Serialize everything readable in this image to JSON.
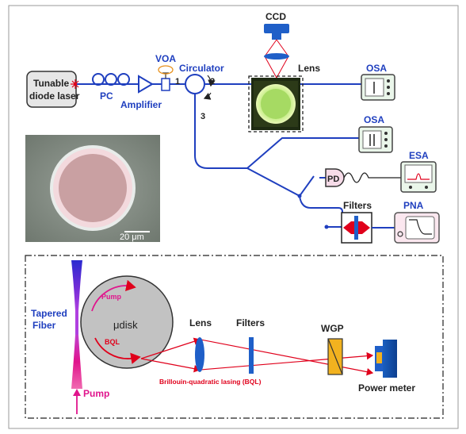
{
  "colors": {
    "fiber": "#1f3fbf",
    "red": "#e0001b",
    "pump": "#e0148c",
    "frame_fill": "#ececec",
    "instrument_fill": "#eaf6ea",
    "pna_fill": "#fbe7ef",
    "disk_gray": "#c2c2c2",
    "filter_yellow": "#f2b21f"
  },
  "top": {
    "laser": {
      "line1": "Tunable",
      "line2": "diode laser"
    },
    "pc": "PC",
    "amplifier": "Amplifier",
    "voa": "VOA",
    "circulator": "Circulator",
    "ports": {
      "p1": "1",
      "p2": "2",
      "p3": "3"
    },
    "ccd": "CCD",
    "lens": "Lens",
    "osa1": "OSA",
    "osa2": "OSA",
    "esa": "ESA",
    "pd": "PD",
    "filters": "Filters",
    "pna": "PNA",
    "scale_bar": "20 μm"
  },
  "bottom": {
    "tapered_fiber": {
      "line1": "Tapered",
      "line2": "Fiber"
    },
    "pump_in_disk": "Pump",
    "disk": "μdisk",
    "bql_in_disk": "BQL",
    "pump_bottom": "Pump",
    "lens": "Lens",
    "filters": "Filters",
    "wgp": "WGP",
    "power_meter": "Power meter",
    "beam_label": "Brillouin-quadratic lasing (BQL)"
  }
}
